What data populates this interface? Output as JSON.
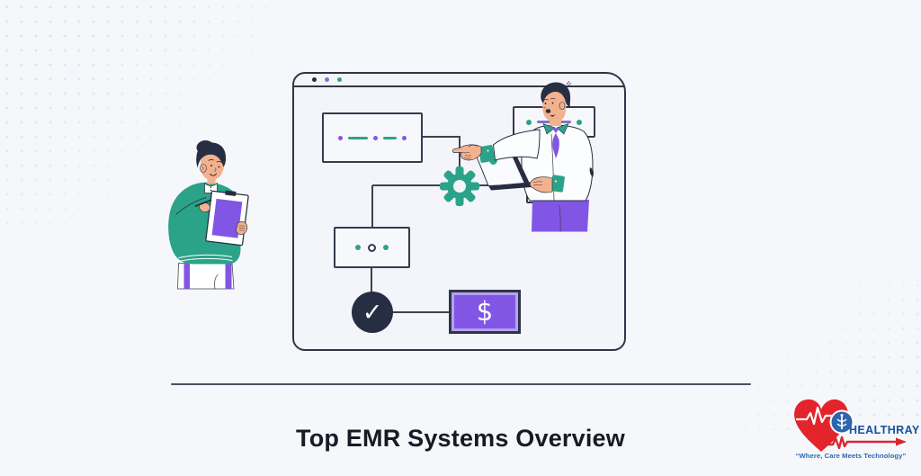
{
  "page": {
    "caption": "Top EMR Systems Overview"
  },
  "branding": {
    "brand_name": "HEALTHRAY",
    "tagline": "“Where, Care Meets Technology”"
  },
  "flowchart": {
    "dollar_symbol": "$",
    "check_symbol": "✓",
    "gear_icon": "⚙",
    "medical_symbol": "⚕"
  },
  "colors": {
    "background": "#F6F7FB",
    "accent_green": "#2BA389",
    "accent_purple": "#8156E5",
    "navy": "#272E43",
    "logo_red": "#D7282F",
    "logo_blue": "#17519F"
  }
}
